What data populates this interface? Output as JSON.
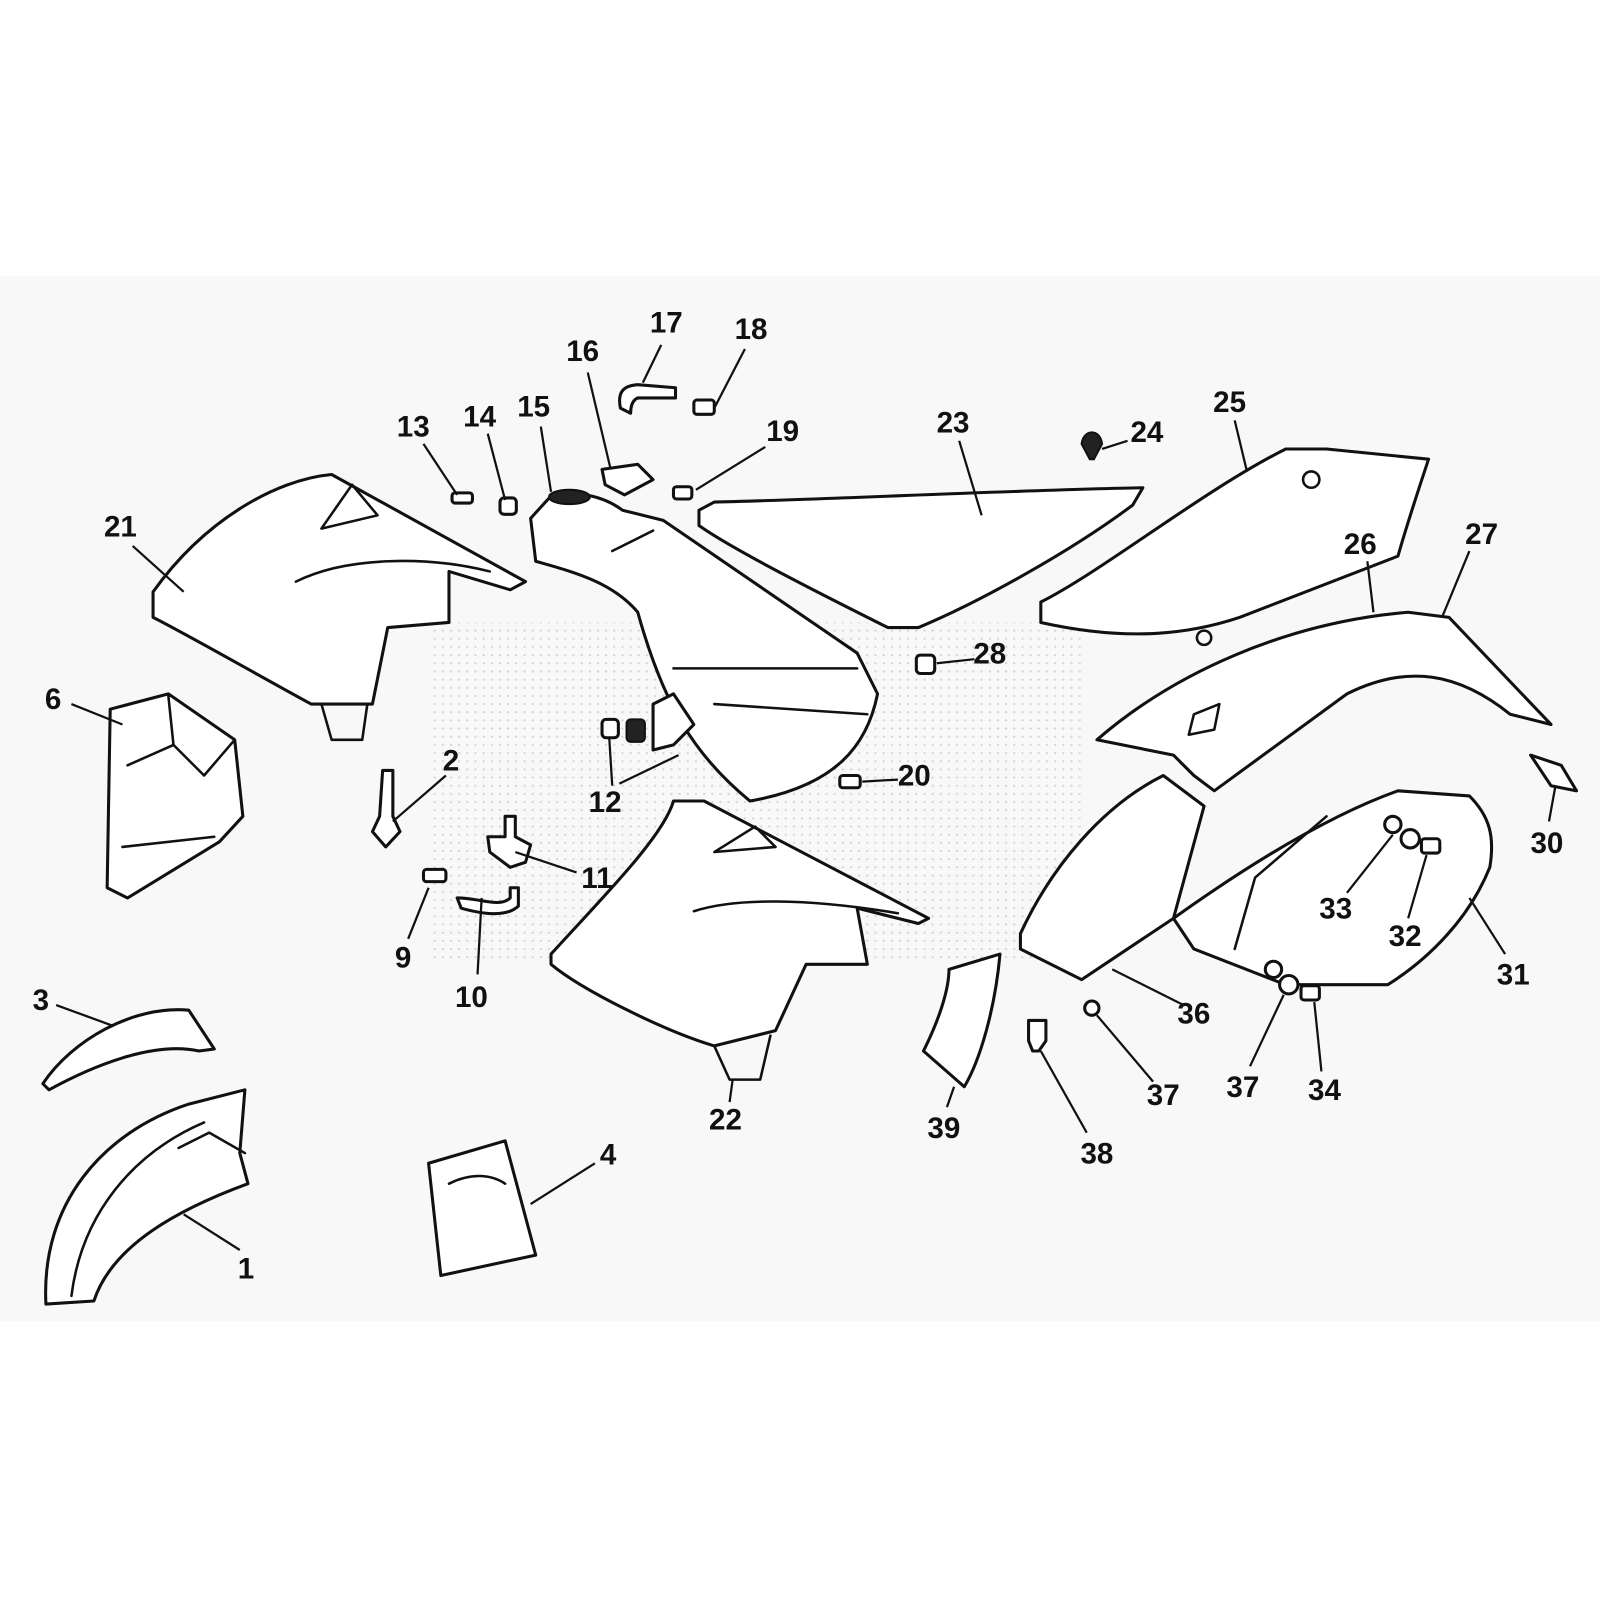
{
  "diagram": {
    "type": "exploded parts diagram",
    "callouts": [
      "1",
      "2",
      "3",
      "4",
      "6",
      "9",
      "10",
      "11",
      "12",
      "13",
      "14",
      "15",
      "16",
      "17",
      "18",
      "19",
      "20",
      "21",
      "22",
      "23",
      "24",
      "25",
      "26",
      "27",
      "28",
      "30",
      "31",
      "32",
      "33",
      "34",
      "36",
      "37",
      "37",
      "38",
      "39"
    ]
  },
  "colors": {
    "panel": "#f8f8f8",
    "ink": "#111111",
    "watermark": "#d0d0d0"
  }
}
